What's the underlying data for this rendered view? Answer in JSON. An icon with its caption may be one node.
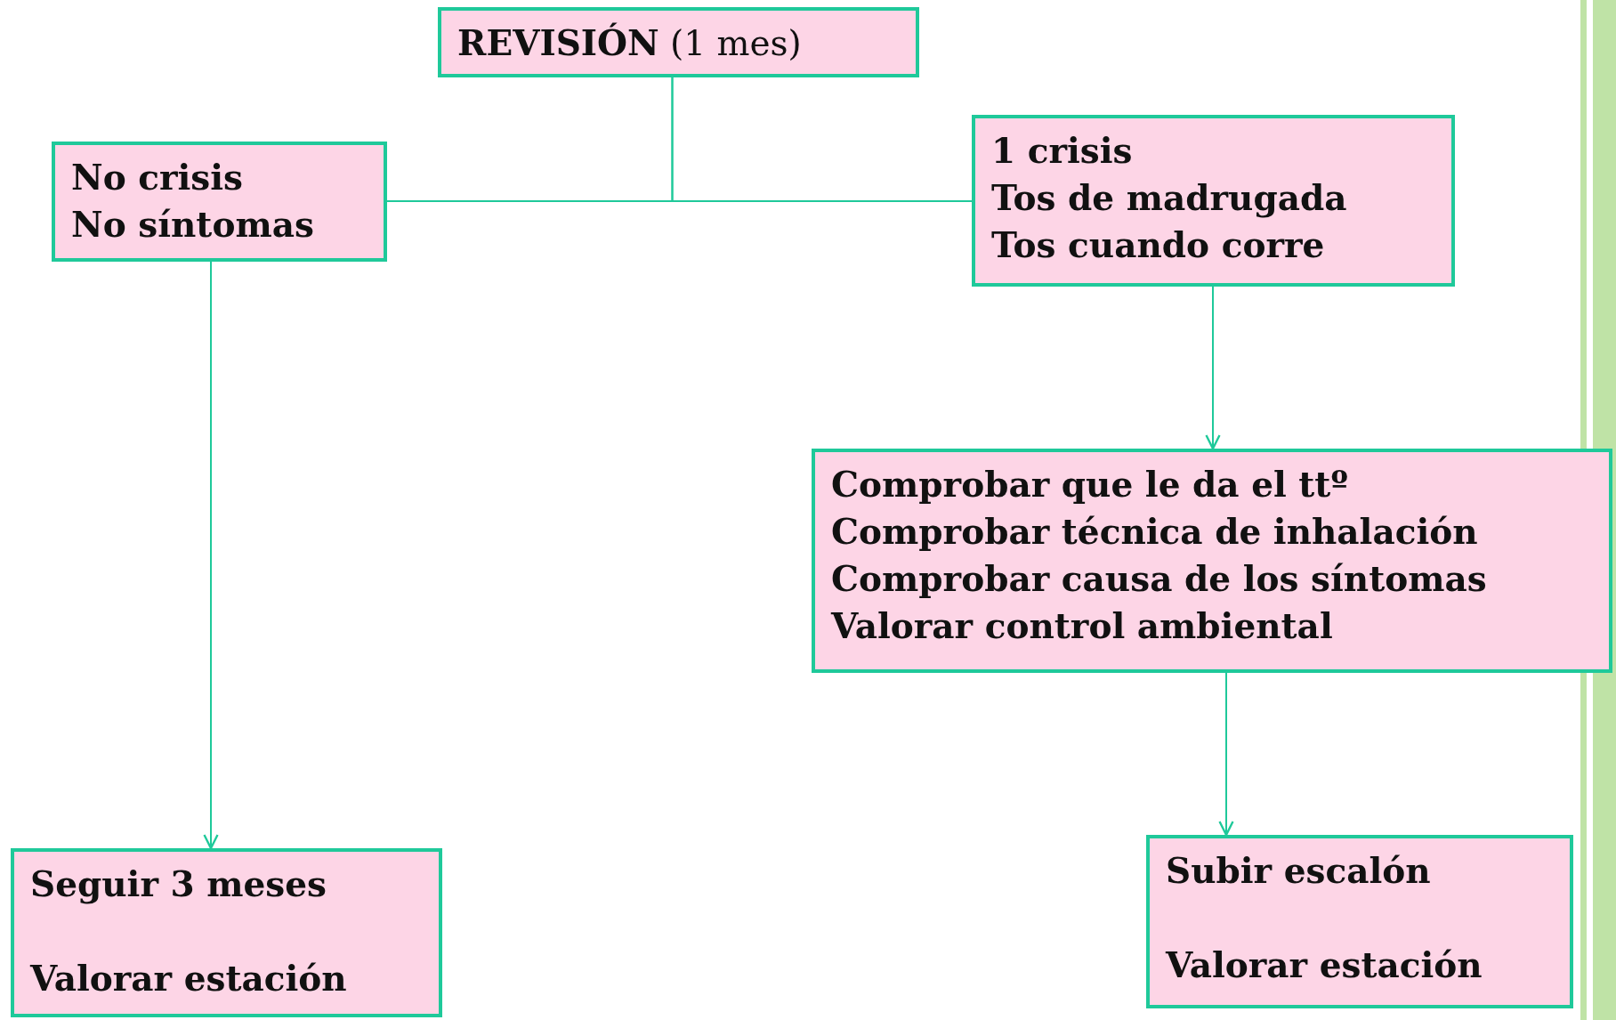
{
  "diagram": {
    "nodes": [
      {
        "text": [
          "**REVISIÓN** (1 mes)"
        ]
      },
      {
        "text": [
          "No crisis",
          "No síntomas"
        ]
      },
      {
        "text": [
          "1 crisis",
          "Tos de madrugada",
          "Tos cuando corre"
        ]
      },
      {
        "text": [
          "Comprobar que le da el ttº",
          "Comprobar técnica de inhalación",
          "Comprobar causa de los síntomas",
          "Valorar control ambiental"
        ]
      },
      {
        "text": [
          "Seguir 3 meses",
          "Valorar estación"
        ]
      },
      {
        "text": [
          "Subir escalón",
          "Valorar estación"
        ]
      }
    ],
    "edges": [
      {
        "from": 0,
        "to": 1,
        "arrow": "none"
      },
      {
        "from": 0,
        "to": 2,
        "arrow": "none"
      },
      {
        "from": 1,
        "to": 4,
        "arrow": "to"
      },
      {
        "from": 2,
        "to": 3,
        "arrow": "to"
      },
      {
        "from": 3,
        "to": 5,
        "arrow": "to"
      }
    ]
  }
}
